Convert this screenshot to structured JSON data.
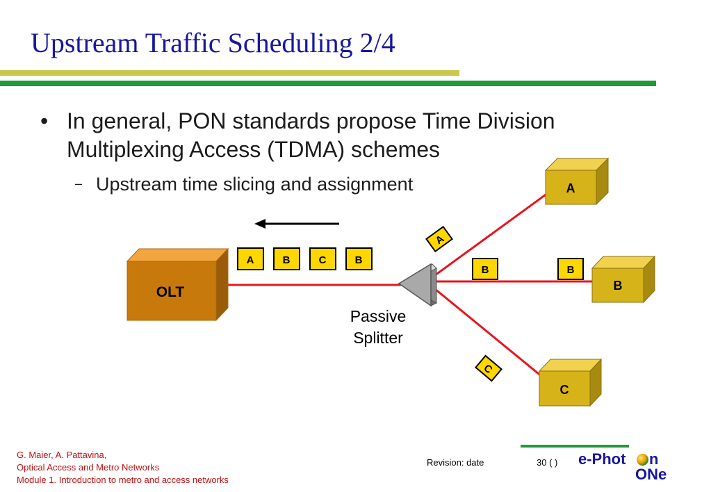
{
  "slide": {
    "title": "Upstream Traffic Scheduling 2/4",
    "bullet": "In general, PON standards propose Time Division Multiplexing Access (TDMA) schemes",
    "sub_bullet": "Upstream time slicing and assignment"
  },
  "diagram": {
    "olt_label": "OLT",
    "splitter_label_line1": "Passive",
    "splitter_label_line2": "Splitter",
    "node_a_label": "A",
    "node_b_label": "B",
    "node_c_label": "C",
    "frame_slots": [
      "A",
      "B",
      "C",
      "B"
    ],
    "packet_on_branch_a": "A",
    "packets_on_branch_b": [
      "B",
      "B"
    ],
    "packet_on_branch_c": "C",
    "colors": {
      "fiber": "#e8141c",
      "olt": "#c8790c",
      "onu": "#d7b31a",
      "packet": "#ffd700",
      "title": "#17179e"
    }
  },
  "footer": {
    "authors": "G. Maier, A. Pattavina,",
    "course": "Optical Access and Metro Networks",
    "module": "Module 1. Introduction to metro and access networks",
    "revision": "Revision: date",
    "page": "30 (   )",
    "logo_line1_a": "e-Phot",
    "logo_line1_b": "n",
    "logo_line2": "ONe"
  }
}
